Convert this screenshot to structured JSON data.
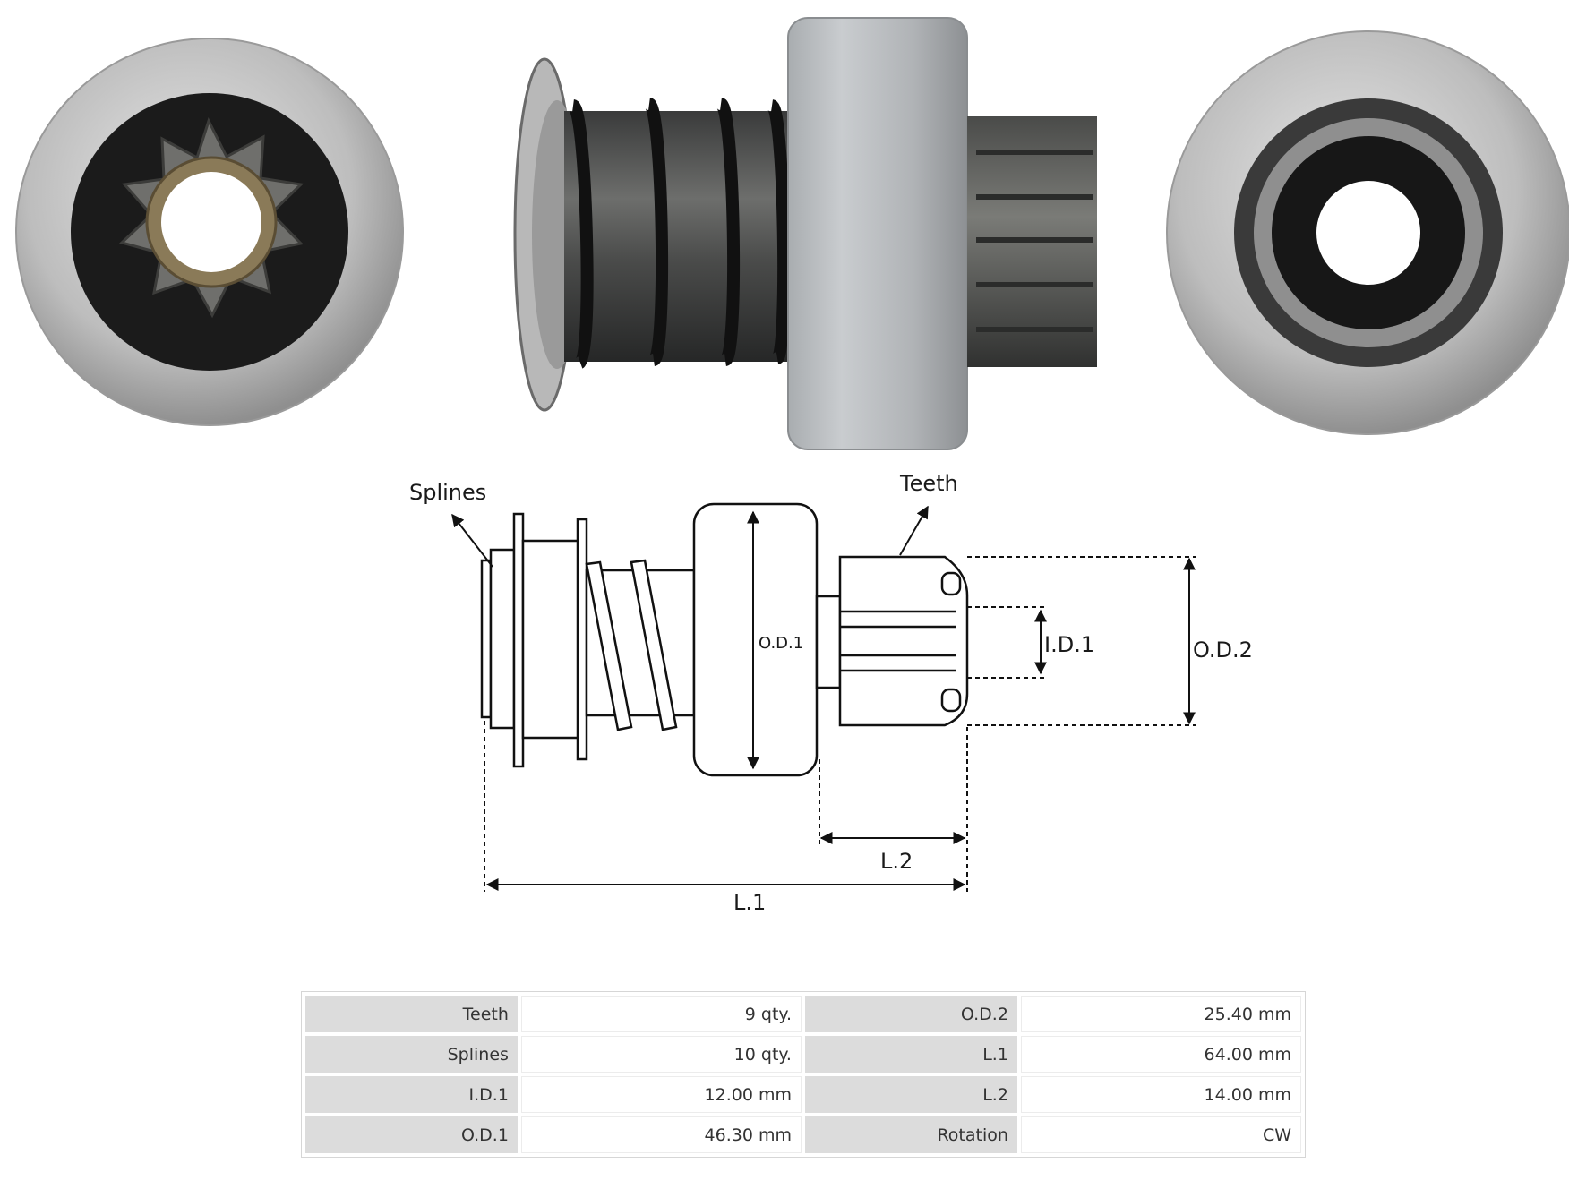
{
  "diagram": {
    "labels": {
      "splines": "Splines",
      "teeth": "Teeth",
      "od1": "O.D.1",
      "id1": "I.D.1",
      "od2": "O.D.2",
      "l1": "L.1",
      "l2": "L.2"
    }
  },
  "specs": {
    "rows": [
      {
        "k1": "Teeth",
        "v1": "9 qty.",
        "k2": "O.D.2",
        "v2": "25.40 mm"
      },
      {
        "k1": "Splines",
        "v1": "10 qty.",
        "k2": "L.1",
        "v2": "64.00 mm"
      },
      {
        "k1": "I.D.1",
        "v1": "12.00 mm",
        "k2": "L.2",
        "v2": "14.00 mm"
      },
      {
        "k1": "O.D.1",
        "v1": "46.30 mm",
        "k2": "Rotation",
        "v2": "CW"
      }
    ]
  }
}
